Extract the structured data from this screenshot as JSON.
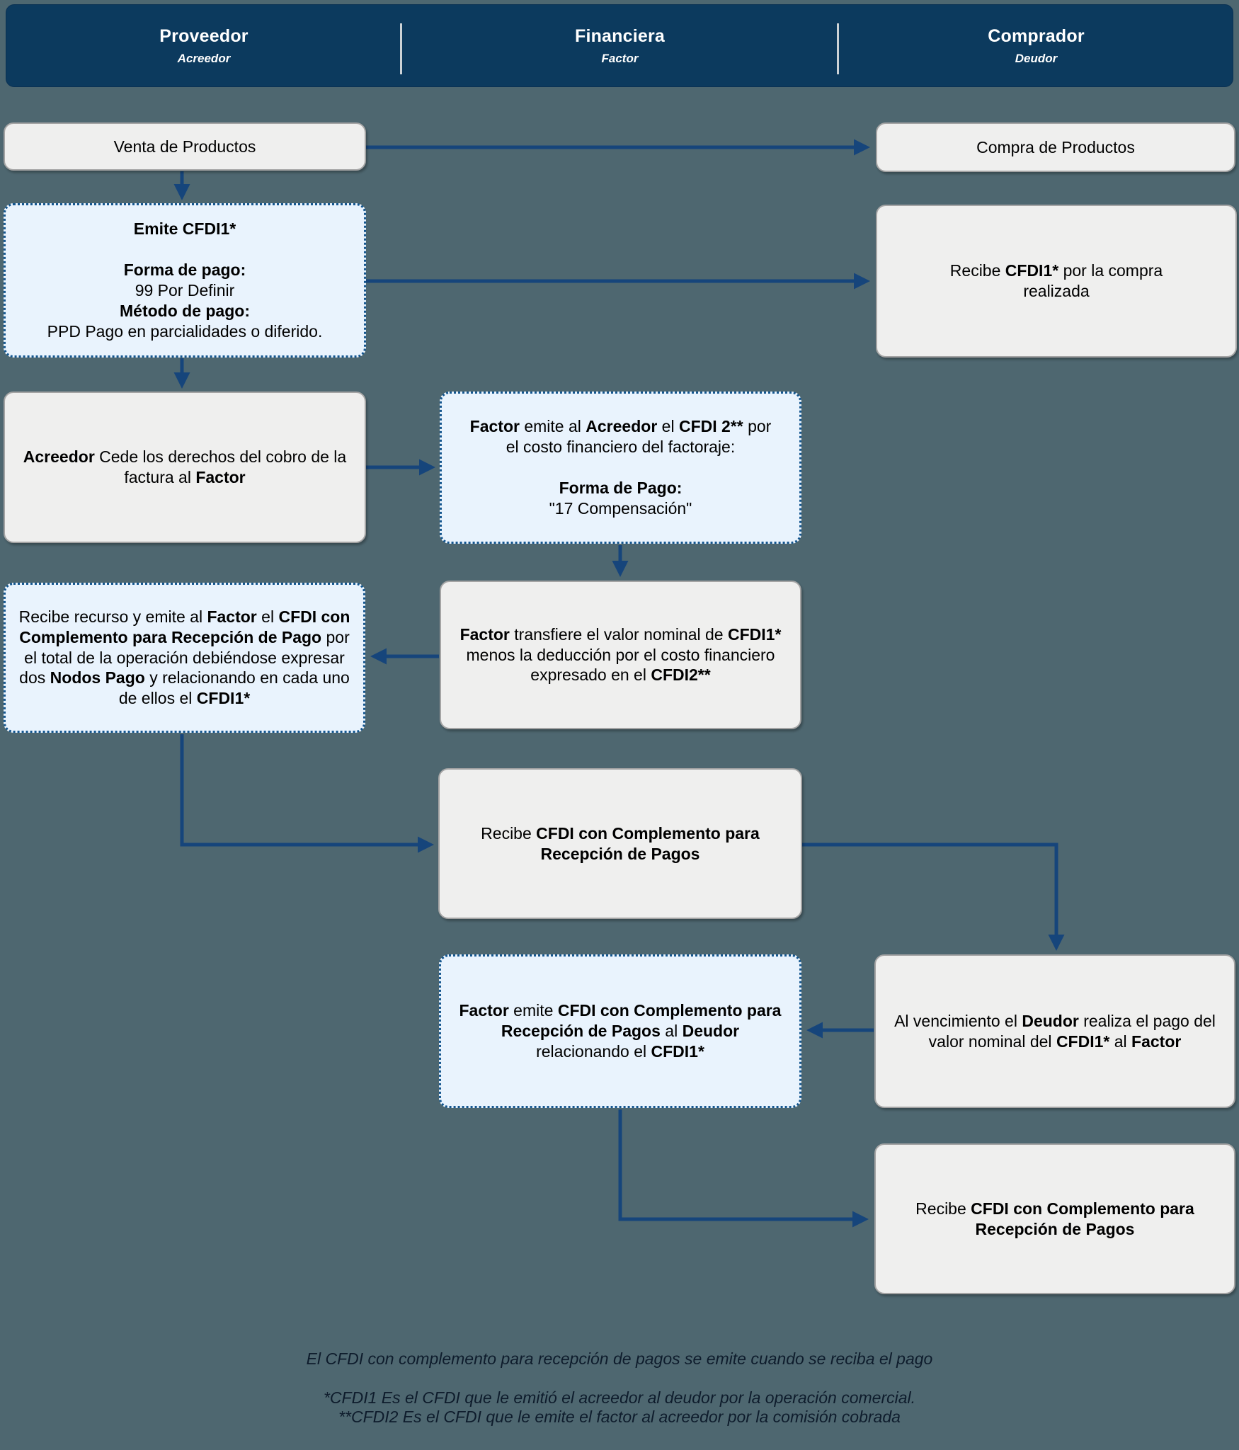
{
  "header": {
    "columns": [
      {
        "title": "Proveedor",
        "subtitle": "Acreedor"
      },
      {
        "title": "Financiera",
        "subtitle": "Factor"
      },
      {
        "title": "Comprador",
        "subtitle": "Deudor"
      }
    ]
  },
  "nodes": {
    "venta": {
      "lines": [
        [
          {
            "t": "Venta de Productos"
          }
        ]
      ]
    },
    "compra": {
      "lines": [
        [
          {
            "t": "Compra de Productos"
          }
        ]
      ]
    },
    "emite_cfdi1": {
      "lines": [
        [
          {
            "t": "Emite CFDI1*",
            "b": true
          }
        ],
        [],
        [
          {
            "t": "Forma de pago:",
            "b": true
          }
        ],
        [
          {
            "t": "99 Por Definir"
          }
        ],
        [
          {
            "t": "Método de pago:",
            "b": true
          }
        ],
        [
          {
            "t": "PPD Pago en parcialidades o diferido."
          }
        ]
      ]
    },
    "recibe_cfdi1": {
      "lines": [
        [
          {
            "t": "Recibe "
          },
          {
            "t": "CFDI1*",
            "b": true
          },
          {
            "t": " por la compra realizada"
          }
        ]
      ]
    },
    "acreedor_cede": {
      "lines": [
        [
          {
            "t": "Acreedor",
            "b": true
          },
          {
            "t": " Cede los derechos del cobro de la factura al "
          },
          {
            "t": "Factor",
            "b": true
          }
        ]
      ]
    },
    "factor_emite_cfdi2": {
      "lines": [
        [
          {
            "t": "Factor",
            "b": true
          },
          {
            "t": " emite al "
          },
          {
            "t": "Acreedor",
            "b": true
          },
          {
            "t": " el "
          },
          {
            "t": "CFDI 2**",
            "b": true
          },
          {
            "t": " por el costo financiero del factoraje:"
          }
        ],
        [],
        [
          {
            "t": "Forma de Pago:",
            "b": true
          }
        ],
        [
          {
            "t": "\"17 Compensación\""
          }
        ]
      ]
    },
    "factor_transfiere": {
      "lines": [
        [
          {
            "t": "Factor",
            "b": true
          },
          {
            "t": " transfiere el valor nominal de "
          },
          {
            "t": "CFDI1*",
            "b": true
          },
          {
            "t": " menos la deducción por el costo financiero expresado en el "
          },
          {
            "t": "CFDI2**",
            "b": true
          }
        ]
      ]
    },
    "recibe_recurso_emite": {
      "lines": [
        [
          {
            "t": "Recibe recurso y emite al "
          },
          {
            "t": "Factor",
            "b": true
          },
          {
            "t": " el "
          },
          {
            "t": "CFDI con Complemento para Recepción de Pago",
            "b": true
          },
          {
            "t": " por el total de la operación debiéndose expresar dos "
          },
          {
            "t": "Nodos Pago",
            "b": true
          },
          {
            "t": " y relacionando en cada uno de ellos el "
          },
          {
            "t": "CFDI1*",
            "b": true
          }
        ]
      ]
    },
    "recibe_complemento": {
      "lines": [
        [
          {
            "t": "Recibe "
          },
          {
            "t": "CFDI con Complemento para Recepción de Pagos",
            "b": true
          }
        ]
      ]
    },
    "al_vencimiento": {
      "lines": [
        [
          {
            "t": "Al vencimiento el "
          },
          {
            "t": "Deudor",
            "b": true
          },
          {
            "t": " realiza el pago del valor nominal del "
          },
          {
            "t": "CFDI1*",
            "b": true
          },
          {
            "t": " al "
          },
          {
            "t": "Factor",
            "b": true
          }
        ]
      ]
    },
    "factor_emite_complemento": {
      "lines": [
        [
          {
            "t": "Factor",
            "b": true
          },
          {
            "t": " emite "
          },
          {
            "t": "CFDI con Complemento para Recepción de Pagos",
            "b": true
          },
          {
            "t": " al "
          },
          {
            "t": "Deudor",
            "b": true
          },
          {
            "t": " relacionando el "
          },
          {
            "t": "CFDI1*",
            "b": true
          }
        ]
      ]
    },
    "recibe_complemento_deudor": {
      "lines": [
        [
          {
            "t": "Recibe "
          },
          {
            "t": "CFDI con Complemento para Recepción de Pagos",
            "b": true
          }
        ]
      ]
    }
  },
  "edges": [
    {
      "from": "venta",
      "to": "compra"
    },
    {
      "from": "venta",
      "to": "emite_cfdi1"
    },
    {
      "from": "emite_cfdi1",
      "to": "recibe_cfdi1"
    },
    {
      "from": "emite_cfdi1",
      "to": "acreedor_cede"
    },
    {
      "from": "acreedor_cede",
      "to": "factor_emite_cfdi2"
    },
    {
      "from": "factor_emite_cfdi2",
      "to": "factor_transfiere"
    },
    {
      "from": "factor_transfiere",
      "to": "recibe_recurso_emite"
    },
    {
      "from": "recibe_recurso_emite",
      "to": "recibe_complemento"
    },
    {
      "from": "recibe_complemento",
      "to": "al_vencimiento"
    },
    {
      "from": "al_vencimiento",
      "to": "factor_emite_complemento"
    },
    {
      "from": "factor_emite_complemento",
      "to": "recibe_complemento_deudor"
    }
  ],
  "footnotes": {
    "note1": "El CFDI con complemento para recepción de pagos se emite cuando se reciba el pago",
    "note2": "*CFDI1 Es el CFDI que le emitió el acreedor al deudor por la operación comercial.",
    "note3": "**CFDI2 Es el CFDI que le emite el factor al acreedor por la comisión cobrada"
  },
  "colors": {
    "background": "#4e6770",
    "header_bg": "#0c3a5e",
    "arrow": "#16457b",
    "gray_box_fill": "#efefee",
    "gray_box_border": "#a4a4a4",
    "blue_box_fill": "#e9f3fd",
    "blue_box_border": "#14568f",
    "header_text": "#ffffff"
  }
}
